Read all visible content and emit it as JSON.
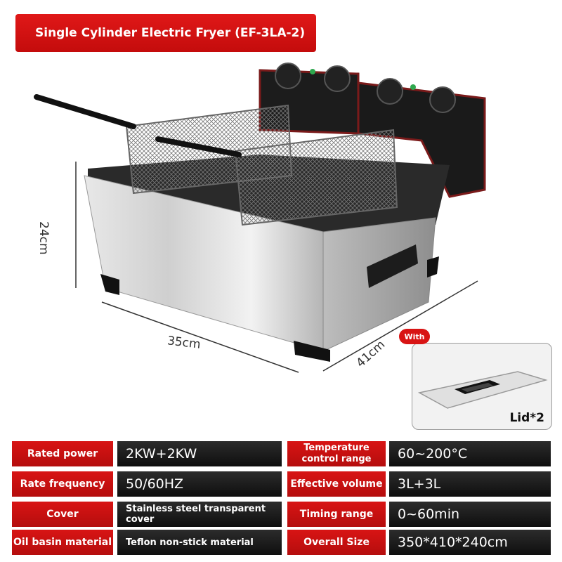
{
  "title": "Single Cylinder Electric Fryer (EF-3LA-2)",
  "dimensions": {
    "height": "24cm",
    "width": "35cm",
    "depth": "41cm"
  },
  "accessory": {
    "badge": "With",
    "label": "Lid*2"
  },
  "specs": [
    {
      "label": "Rated power",
      "value": "2KW+2KW"
    },
    {
      "label": "Temperature\ncontrol range",
      "value": "60~200°C"
    },
    {
      "label": "Rate frequency",
      "value": "50/60HZ"
    },
    {
      "label": "Effective volume",
      "value": "3L+3L"
    },
    {
      "label": "Cover",
      "value": "Stainless steel transparent cover"
    },
    {
      "label": "Timing range",
      "value": "0~60min"
    },
    {
      "label": "Oil basin material",
      "value": "Teflon non-stick material"
    },
    {
      "label": "Overall Size",
      "value": "350*410*240cm"
    }
  ],
  "colors": {
    "accent": "#d81414",
    "value_bg": "#1a1a1a"
  }
}
